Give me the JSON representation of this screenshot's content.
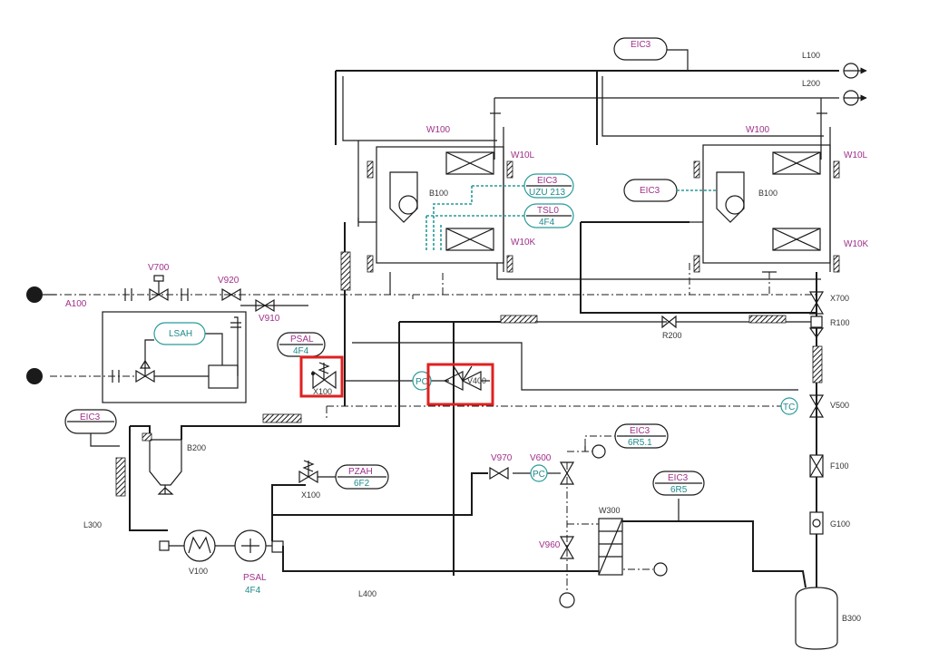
{
  "tags": {
    "l100": "L100",
    "l200": "L200",
    "l300": "L300",
    "l400": "L400",
    "w100a": "W100",
    "w100b": "W100",
    "w10l_a": "W10L",
    "w10l_b": "W10L",
    "w10k_a": "W10K",
    "w10k_b": "W10K",
    "b100a": "B100",
    "b100b": "B100",
    "b200": "B200",
    "b300": "B300",
    "v700": "V700",
    "v920": "V920",
    "v910": "V910",
    "a100": "A100",
    "x100a": "X100",
    "x100b": "X100",
    "v400": "V400",
    "x700": "X700",
    "r100": "R100",
    "r200": "R200",
    "v500": "V500",
    "f100": "F100",
    "g100": "G100",
    "v970": "V970",
    "v600": "V600",
    "v960": "V960",
    "w300": "W300",
    "v100": "V100"
  },
  "instruments": {
    "eic3_top": "EIC3",
    "eic3_uzu": {
      "a": "EIC3",
      "b": "UZU 213"
    },
    "tsl0": {
      "a": "TSL0",
      "b": "4F4"
    },
    "eic3_right": "EIC3",
    "lsah": "LSAH",
    "psal_4f4": {
      "a": "PSAL",
      "b": "4F4"
    },
    "pc_a": "PC",
    "pc_b": "PC",
    "tc": "TC",
    "eic3_left": "EIC3",
    "pzah": {
      "a": "PZAH",
      "b": "6F2"
    },
    "eic3_6r51": {
      "a": "EIC3",
      "b": "6R5.1"
    },
    "eic3_6r5": {
      "a": "EIC3",
      "b": "6R5"
    },
    "psal_bottom": {
      "a": "PSAL",
      "b": "4F4"
    }
  },
  "colors": {
    "tag_purple": "#a0308a",
    "tag_teal": "#1f8a8a",
    "highlight": "#e02020",
    "line": "#1a1a1a"
  }
}
